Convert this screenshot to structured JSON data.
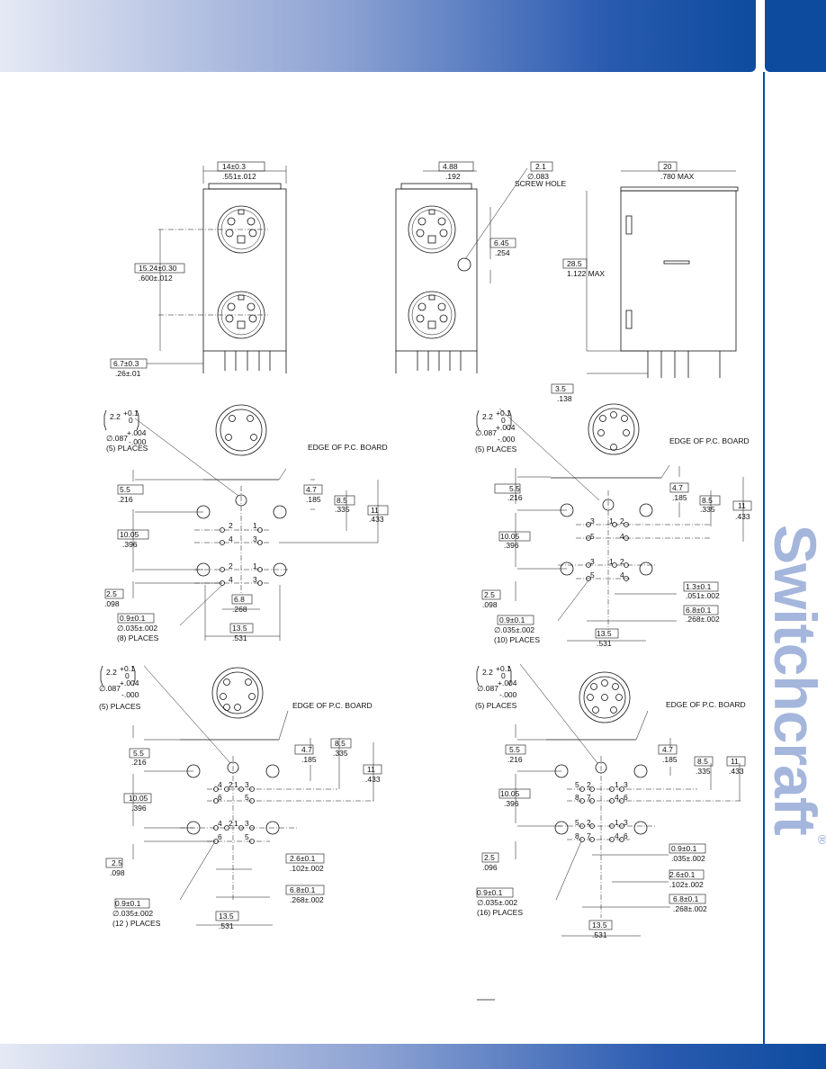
{
  "brand": {
    "name": "Switchcraft",
    "registered": "®"
  },
  "dims": {
    "d_14": "14±0.3",
    "d_551": ".551±.012",
    "d_1524": "15.24±0.30",
    "d_600": ".600±.012",
    "d_67": "6.7±0.3",
    "d_26": ".26±.01",
    "d_488": "4.88",
    "d_192": ".192",
    "d_21": "2.1",
    "d_083": "∅.083",
    "screw_hole": "SCREW HOLE",
    "d_645": "6.45",
    "d_254": ".254",
    "d_20": "20",
    "d_780": ".780 MAX",
    "d_285": "28.5",
    "d_1122": "1.122  MAX",
    "d_35": "3.5",
    "d_138": ".138"
  },
  "common": {
    "hole_dia": "2.2",
    "tol_plus_mm": "+0.1",
    "tol_minus_mm": "0",
    "hole_dia_in": "∅.087",
    "tol_plus_in": "+.004",
    "tol_minus_in": "-.000",
    "five_places": "(5) PLACES",
    "edge_pcb": "EDGE OF P.C. BOARD",
    "d_55": "5.5",
    "d_216": ".216",
    "d_47": "4.7",
    "d_185": ".185",
    "d_85": "8.5",
    "d_335": ".335",
    "d_11": "11",
    "d_433": ".433",
    "d_1005": "10.05",
    "d_396": ".396",
    "d_25": "2.5",
    "d_098": ".098",
    "d_096": ".096",
    "d_09": "0.9±0.1",
    "d_035": "∅.035±.002",
    "d_135": "13.5",
    "d_531": ".531",
    "d_68": "6.8",
    "d_268": ".268",
    "d_68t": "6.8±0.1",
    "d_268t": ".268±.002",
    "d_13t": "1.3±0.1",
    "d_051t": ".051±.002",
    "d_26t": "2.6±0.1",
    "d_102t": ".102±.002",
    "d_09b": "0.9±0.1",
    "d_035b": ".035±.002"
  },
  "places": {
    "p8": "(8) PLACES",
    "p10": "(10) PLACES",
    "p12": "(12 ) PLACES",
    "p16": "(16) PLACES"
  }
}
